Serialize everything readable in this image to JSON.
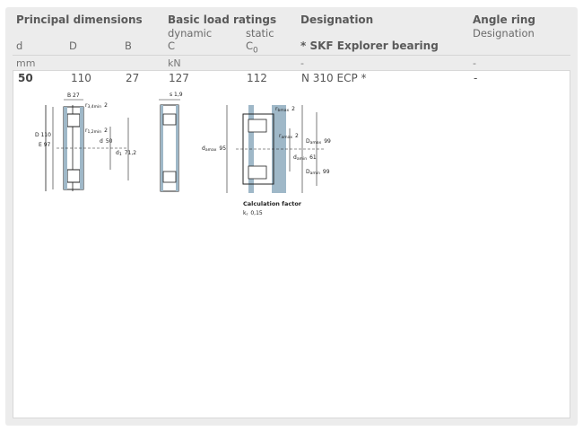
{
  "header": {
    "principal_dimensions": "Principal dimensions",
    "basic_load_ratings": "Basic load ratings",
    "designation": "Designation",
    "angle_ring": "Angle ring",
    "angle_ring_designation": "Designation",
    "col_d": "d",
    "col_D": "D",
    "col_B": "B",
    "dynamic": "dynamic",
    "static": "static",
    "col_C": "C",
    "col_C0_base": "C",
    "col_C0_sub": "0",
    "explorer_note": "* SKF Explorer bearing"
  },
  "units": {
    "mm": "mm",
    "kN": "kN",
    "designation_dash": "-",
    "angle_dash": "-"
  },
  "row": {
    "d": "50",
    "D": "110",
    "B": "27",
    "C": "127",
    "C0": "112",
    "designation": "N 310 ECP *",
    "angle_ring": "-"
  },
  "drawing1": {
    "B": "B 27",
    "r34": "r",
    "r34_sub": "3,4min",
    "r34_val": "2",
    "r12": "r",
    "r12_sub": "1,2min",
    "r12_val": "2",
    "d": "d",
    "d_val": "50",
    "D": "D 110",
    "E": "E 97",
    "d1": "d",
    "d1_sub": "1",
    "d1_val": "71,2"
  },
  "drawing2": {
    "s": "s 1,9"
  },
  "drawing3": {
    "rb": "r",
    "rb_sub": "bmax",
    "rb_val": "2",
    "ra": "r",
    "ra_sub": "amax",
    "ra_val": "2",
    "da_max": "d",
    "da_max_sub": "amax",
    "da_max_val": "95",
    "Da_max": "D",
    "Da_max_sub": "amax",
    "Da_max_val": "99",
    "da_min": "d",
    "da_min_sub": "amin",
    "da_min_val": "61",
    "Da_min": "D",
    "Da_min_sub": "amin",
    "Da_min_val": "99",
    "calc_title": "Calculation factor",
    "kr": "k",
    "kr_sub": "r",
    "kr_val": "0,15"
  }
}
